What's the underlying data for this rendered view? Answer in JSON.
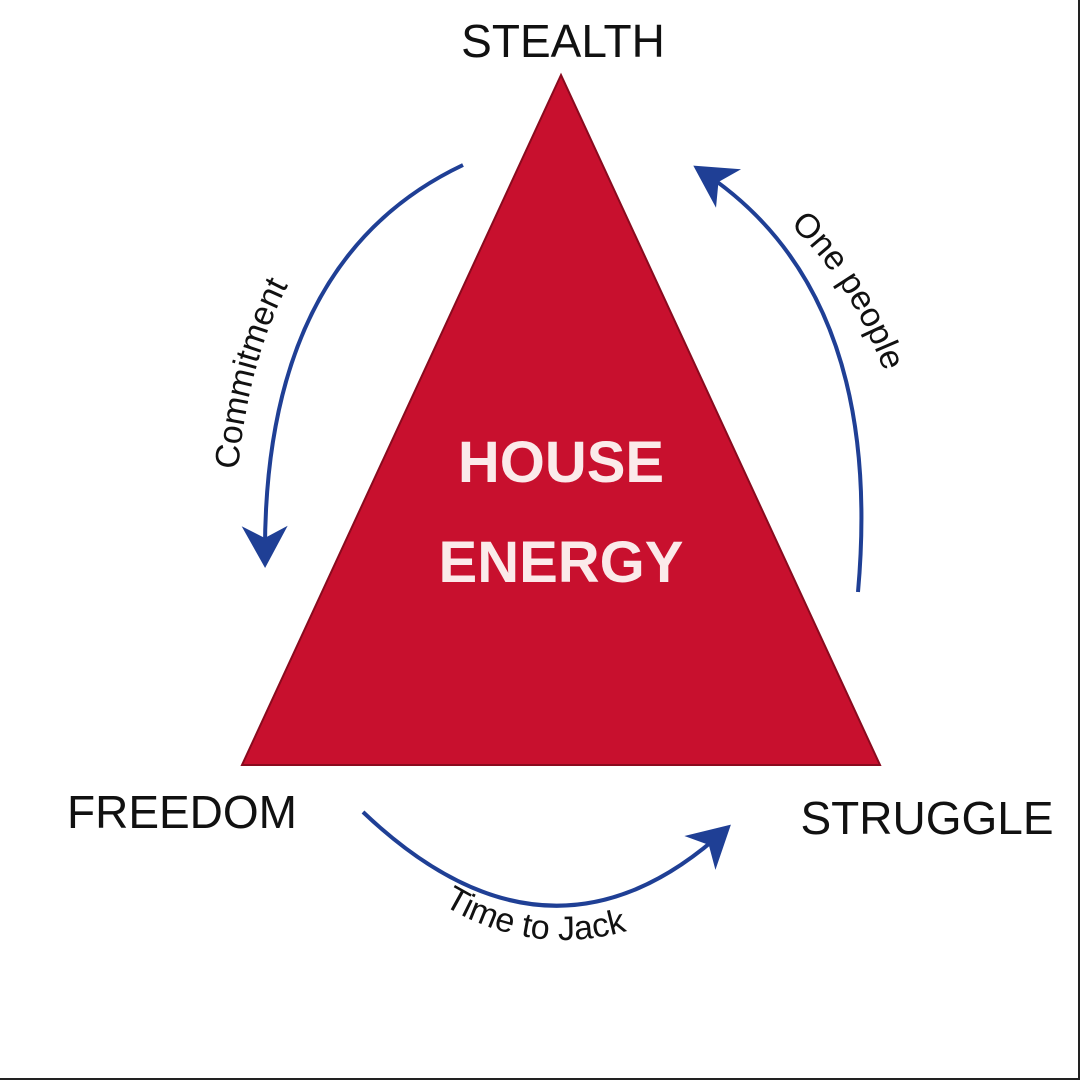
{
  "title": "HOUSE ENERGY",
  "center": {
    "line1": "HOUSE",
    "line2": "ENERGY"
  },
  "vertices": {
    "top": "STEALTH",
    "bottom_left": "FREEDOM",
    "bottom_right": "STRUGGLE"
  },
  "arrows": {
    "left": "Commitment",
    "right": "One people",
    "bottom": "Time to Jack"
  },
  "colors": {
    "triangle": "#c8102e",
    "arrow": "#1f3f95",
    "text": "#111111"
  }
}
